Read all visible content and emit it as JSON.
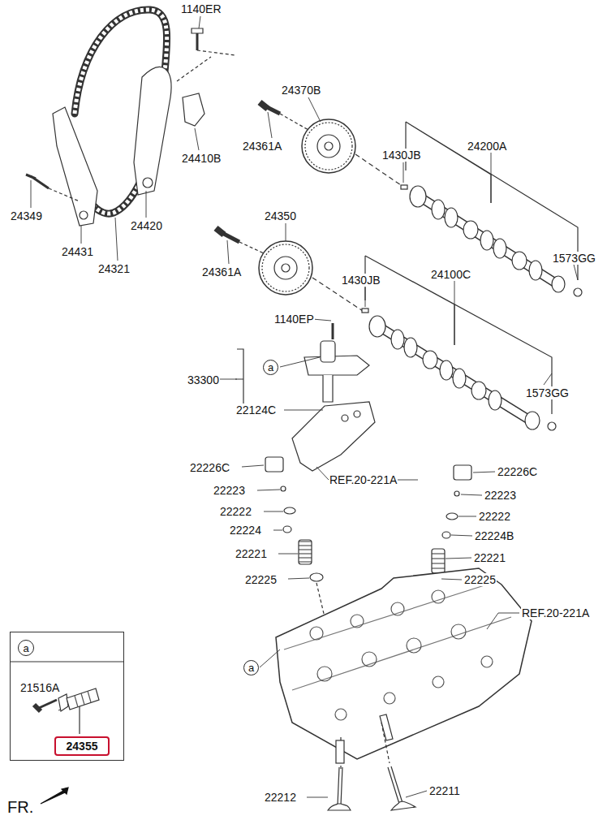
{
  "diagram": {
    "nodes": [
      {
        "text": [
          "21516A"
        ]
      },
      {
        "text": [
          "a"
        ],
        "in": 0
      },
      {
        "text": [
          "24355"
        ],
        "in": 0
      },
      {
        "text": [
          "a"
        ]
      },
      {
        "text": [
          "a"
        ]
      }
    ],
    "labels": [
      "1140ER",
      "24370B",
      "24361A",
      "24410B",
      "1430JB",
      "24200A",
      "24349",
      "24431",
      "24420",
      "24321",
      "1573GG",
      "24350",
      "24361A",
      "1430JB",
      "24100C",
      "1140EP",
      "33300",
      "1573GG",
      "22124C",
      "22226C",
      "REF.20-221A",
      "22226C",
      "22223",
      "22223",
      "22222",
      "22222",
      "22224",
      "22224B",
      "22221",
      "22221",
      "22225",
      "22225",
      "REF.20-221A",
      "22212",
      "22211",
      "FR."
    ]
  }
}
